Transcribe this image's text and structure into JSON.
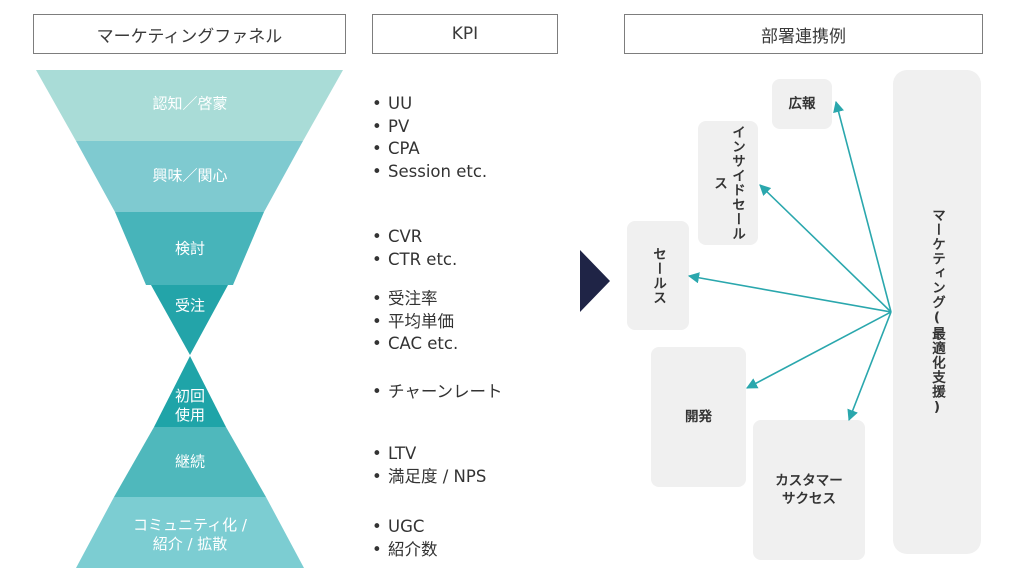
{
  "headers": {
    "funnel": "マーケティングファネル",
    "kpi": "KPI",
    "dept": "部署連携例"
  },
  "funnel": {
    "stages": [
      {
        "label": "認知／啓蒙",
        "color": "#a9dcd7"
      },
      {
        "label": "興味／関心",
        "color": "#7fcad0"
      },
      {
        "label": "検討",
        "color": "#47b4ba"
      },
      {
        "label": "受注",
        "color": "#23a4a9"
      },
      {
        "label": "初回\n使用",
        "color": "#1fa4a8"
      },
      {
        "label": "継続",
        "color": "#4fb8bc"
      },
      {
        "label": "コミュニティ化 /\n紹介 / 拡散",
        "color": "#7ccdd2"
      }
    ]
  },
  "kpi": {
    "groups": [
      [
        "UU",
        "PV",
        "CPA",
        "Session  etc."
      ],
      [
        "CVR",
        "CTR etc."
      ],
      [
        "受注率",
        "平均単価",
        "CAC etc."
      ],
      [
        "チャーンレート"
      ],
      [
        "LTV",
        "満足度 / NPS"
      ],
      [
        "UGC",
        "紹介数"
      ]
    ]
  },
  "connector_color": "#1f2446",
  "departments": {
    "koho": "広報",
    "inside_sales": "インサイドセールス",
    "sales": "セールス",
    "kaihatsu": "開発",
    "cs": "カスタマー\nサクセス",
    "marketing": "マーケティング(最適化支援)",
    "arrow_color": "#2aa7ad"
  }
}
